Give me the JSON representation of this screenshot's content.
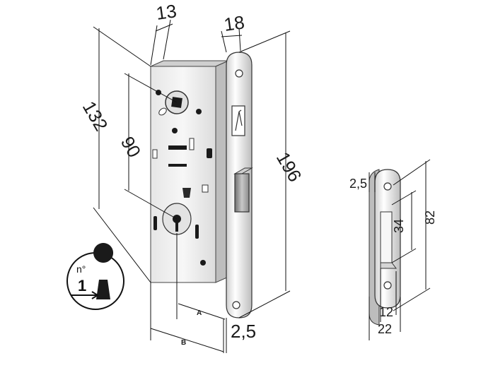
{
  "dimensions": {
    "depth_top": "13",
    "faceplate_width": "18",
    "case_height": "132",
    "handle_to_key": "90",
    "faceplate_height": "196",
    "faceplate_thickness": "2,5",
    "backset_a": "A",
    "backset_b": "B"
  },
  "strike_dimensions": {
    "thickness": "2,5",
    "opening_height": "34",
    "plate_height": "82",
    "opening_width": "12",
    "plate_width": "22"
  },
  "key_badge": {
    "label_top": "n°",
    "label_num": "1"
  },
  "colors": {
    "metal_light": "#f2f2f2",
    "metal_mid": "#d9d9d9",
    "metal_dark": "#9a9a9a",
    "outline": "#3a3a3a",
    "hole": "#1a1a1a"
  }
}
